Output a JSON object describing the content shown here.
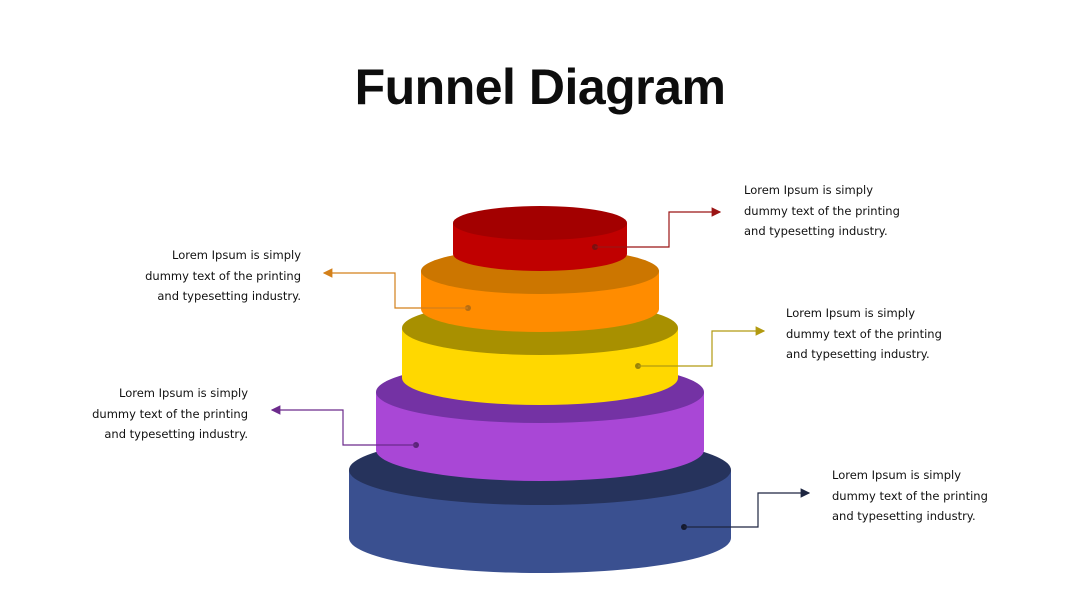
{
  "title": "Funnel Diagram",
  "colors": {
    "red": "#c00000",
    "orange": "#ff8c00",
    "yellow": "#ffd800",
    "purple": "#a947d6",
    "blue": "#3a5090"
  },
  "notes": [
    {
      "line1": "Lorem Ipsum is simply",
      "line2": "dummy text of the printing",
      "line3": "and typesetting industry."
    },
    {
      "line1": "Lorem Ipsum is simply",
      "line2": "dummy text of the printing",
      "line3": "and typesetting industry."
    },
    {
      "line1": "Lorem Ipsum is simply",
      "line2": "dummy text of the printing",
      "line3": "and typesetting industry."
    },
    {
      "line1": "Lorem Ipsum is simply",
      "line2": "dummy text of the printing",
      "line3": "and typesetting industry."
    },
    {
      "line1": "Lorem Ipsum is simply",
      "line2": "dummy text of the printing",
      "line3": "and typesetting industry."
    }
  ]
}
